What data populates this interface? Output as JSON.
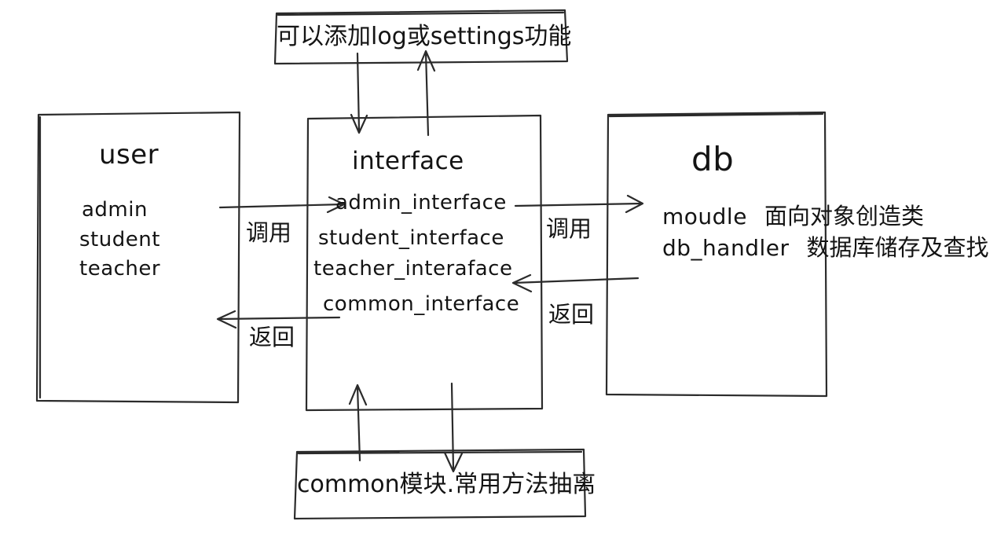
{
  "diagram": {
    "colors": {
      "background": "#ffffff",
      "stroke": "#2b2b2b",
      "text": "#141414"
    },
    "top_note": "可以添加log或settings功能",
    "user_box": {
      "title": "user",
      "items": [
        "admin",
        "student",
        "teacher"
      ]
    },
    "interface_box": {
      "title": "interface",
      "items": [
        "admin_interface",
        "student_interface",
        "teacher_interaface",
        "common_interface"
      ]
    },
    "db_box": {
      "title": "db",
      "items": [
        {
          "name": "moudle",
          "desc": "面向对象创造类"
        },
        {
          "name": "db_handler",
          "desc": "数据库储存及查找"
        }
      ]
    },
    "bottom_note": "common模块.常用方法抽离",
    "arrow_labels": {
      "user_call": "调用",
      "user_return": "返回",
      "db_call": "调用",
      "db_return": "返回"
    }
  }
}
